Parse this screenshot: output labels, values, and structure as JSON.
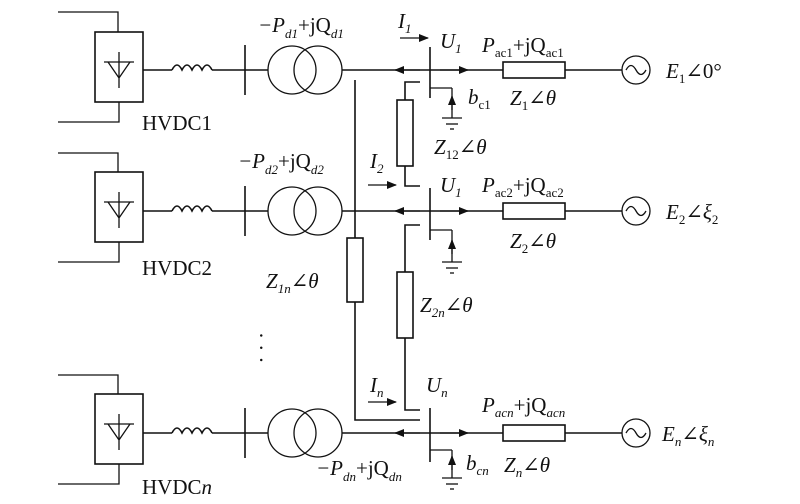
{
  "diagram": {
    "converters": [
      {
        "name": "HVDC1"
      },
      {
        "name": "HVDC2"
      },
      {
        "name": "HVDC",
        "name_sub": "n"
      }
    ],
    "dc_power": {
      "d1": {
        "sign": "−P",
        "sub1": "d1",
        "mid": "+jQ",
        "sub2": "d1"
      },
      "d2": {
        "sign": "−P",
        "sub1": "d2",
        "mid": "+jQ",
        "sub2": "d2"
      },
      "dn": {
        "sign": "−P",
        "sub1": "dn",
        "mid": "+jQ",
        "sub2": "dn"
      }
    },
    "currents": [
      {
        "sym": "I",
        "sub": "1"
      },
      {
        "sym": "I",
        "sub": "2"
      },
      {
        "sym": "I",
        "sub": "n"
      }
    ],
    "voltages": [
      {
        "sym": "U",
        "sub": "1"
      },
      {
        "sym": "U",
        "sub": "1"
      },
      {
        "sym": "U",
        "sub": "n"
      }
    ],
    "ac_power": [
      {
        "p": "P",
        "psub": "ac1",
        "mid": "+jQ",
        "qsub": "ac1"
      },
      {
        "p": "P",
        "psub": "ac2",
        "mid": "+jQ",
        "qsub": "ac2"
      },
      {
        "p": "P",
        "psub": "acn",
        "mid": "+jQ",
        "qsub": "acn"
      }
    ],
    "line_impedances": [
      {
        "sym": "Z",
        "sub": "1",
        "angle": "∠θ"
      },
      {
        "sym": "Z",
        "sub": "2",
        "angle": "∠θ"
      },
      {
        "sym": "Z",
        "sub": "n",
        "angle": "∠θ"
      }
    ],
    "sources": [
      {
        "sym": "E",
        "sub": "1",
        "angle": "∠0°"
      },
      {
        "sym": "E",
        "sub": "2",
        "angle": "∠ξ",
        "angle_sub": "2"
      },
      {
        "sym": "E",
        "sub": "n",
        "angle": "∠ξ",
        "angle_sub": "n"
      }
    ],
    "shunts": [
      {
        "sym": "b",
        "sub": "c1"
      },
      {
        "sym": "b",
        "sub": "cn"
      }
    ],
    "coupling": [
      {
        "sym": "Z",
        "sub": "12",
        "angle": "∠θ"
      },
      {
        "sym": "Z",
        "sub": "1n",
        "angle": "∠θ"
      },
      {
        "sym": "Z",
        "sub": "2n",
        "angle": "∠θ"
      }
    ],
    "ellipsis": "· · ·"
  }
}
